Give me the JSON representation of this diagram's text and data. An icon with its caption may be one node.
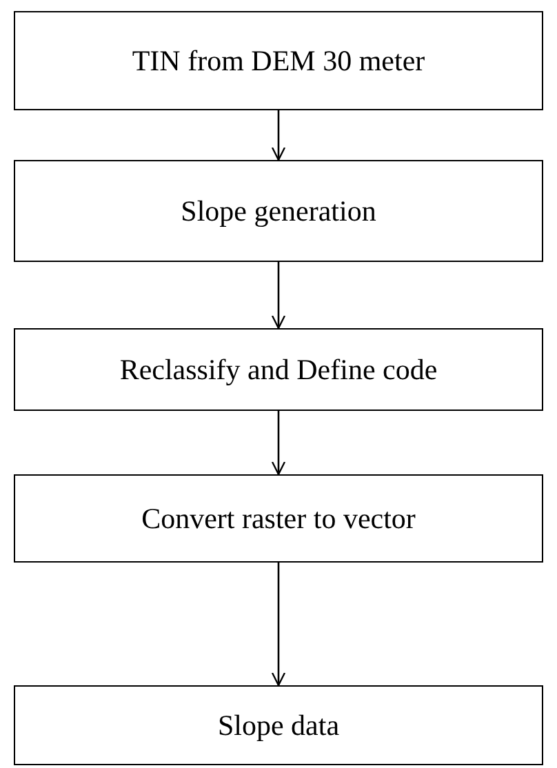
{
  "diagram": {
    "nodes": [
      {
        "text": [
          "TIN from DEM 30 meter"
        ]
      },
      {
        "text": [
          "Slope generation"
        ]
      },
      {
        "text": [
          "Reclassify and Define code"
        ]
      },
      {
        "text": [
          "Convert raster to vector"
        ]
      },
      {
        "text": [
          "Slope data"
        ]
      }
    ],
    "edges": [
      {
        "from": 0,
        "to": 1,
        "arrow": "to"
      },
      {
        "from": 1,
        "to": 2,
        "arrow": "to"
      },
      {
        "from": 2,
        "to": 3,
        "arrow": "to"
      },
      {
        "from": 3,
        "to": 4,
        "arrow": "to"
      }
    ]
  }
}
